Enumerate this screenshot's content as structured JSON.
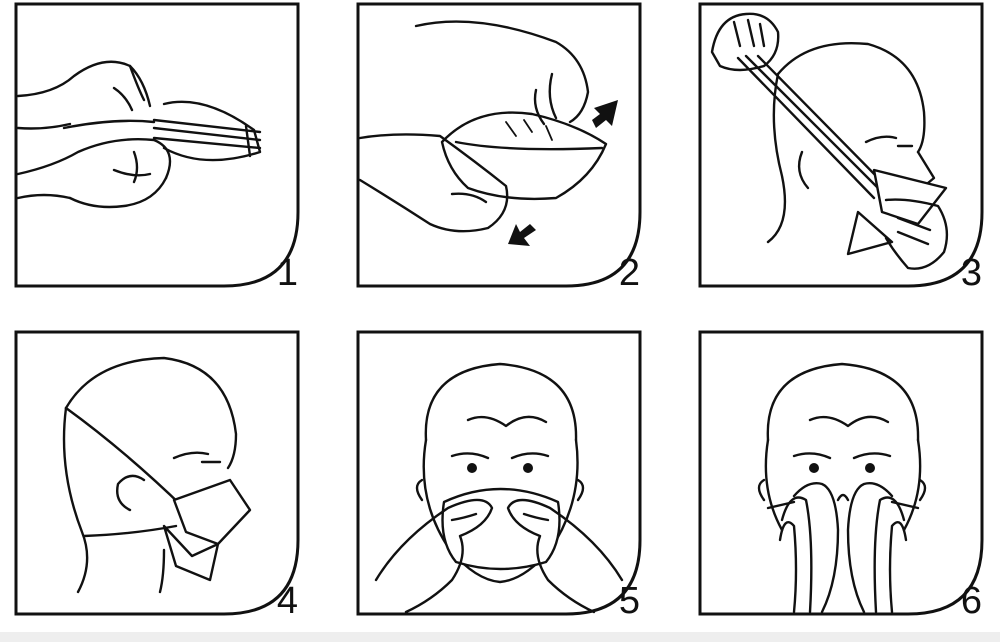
{
  "steps": [
    {
      "number": "1",
      "icon": "fold-open-mask"
    },
    {
      "number": "2",
      "icon": "shape-mask-cup"
    },
    {
      "number": "3",
      "icon": "stretch-straps-over-head"
    },
    {
      "number": "4",
      "icon": "mask-positioned-side-view"
    },
    {
      "number": "5",
      "icon": "press-nose-clip"
    },
    {
      "number": "6",
      "icon": "check-seal"
    }
  ]
}
